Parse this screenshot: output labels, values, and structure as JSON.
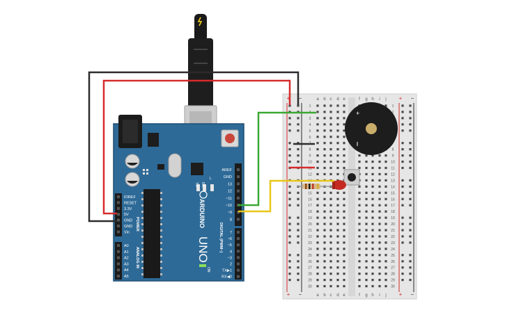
{
  "arduino": {
    "brand": "ARDUINO",
    "model": "UNO",
    "on_label": "ON",
    "tx_label": "TX",
    "rx_label": "RX",
    "l_label": "L",
    "digital_label": "DIGITAL (PWM~)",
    "power_label": "POWER",
    "analog_label": "ANALOG IN",
    "power_pins": [
      "IOREF",
      "RESET",
      "3.3V",
      "5V",
      "GND",
      "GND",
      "Vin"
    ],
    "analog_pins": [
      "A0",
      "A1",
      "A2",
      "A3",
      "A4",
      "A5"
    ],
    "digital_pins_top": [
      "AREF",
      "GND",
      "13",
      "12",
      "~11",
      "~10",
      "~9",
      "8"
    ],
    "digital_pins_bottom": [
      "7",
      "~6",
      "~5",
      "4",
      "~3",
      "2",
      "TX▶1",
      "RX◀0"
    ]
  },
  "breadboard": {
    "cols_left": [
      "a",
      "b",
      "c",
      "d",
      "e"
    ],
    "cols_right": [
      "f",
      "g",
      "h",
      "i",
      "j"
    ],
    "rail_plus": "+",
    "rail_minus": "−",
    "row_count": 30
  },
  "colors": {
    "board_blue": "#2e6a97",
    "board_edge": "#1f4e74",
    "wire_black": "#2b2b2b",
    "wire_red": "#d62b2b",
    "wire_green": "#3aa832",
    "wire_yellow": "#e8c619",
    "breadboard": "#e6e6e6",
    "led_red": "#c42a22"
  }
}
